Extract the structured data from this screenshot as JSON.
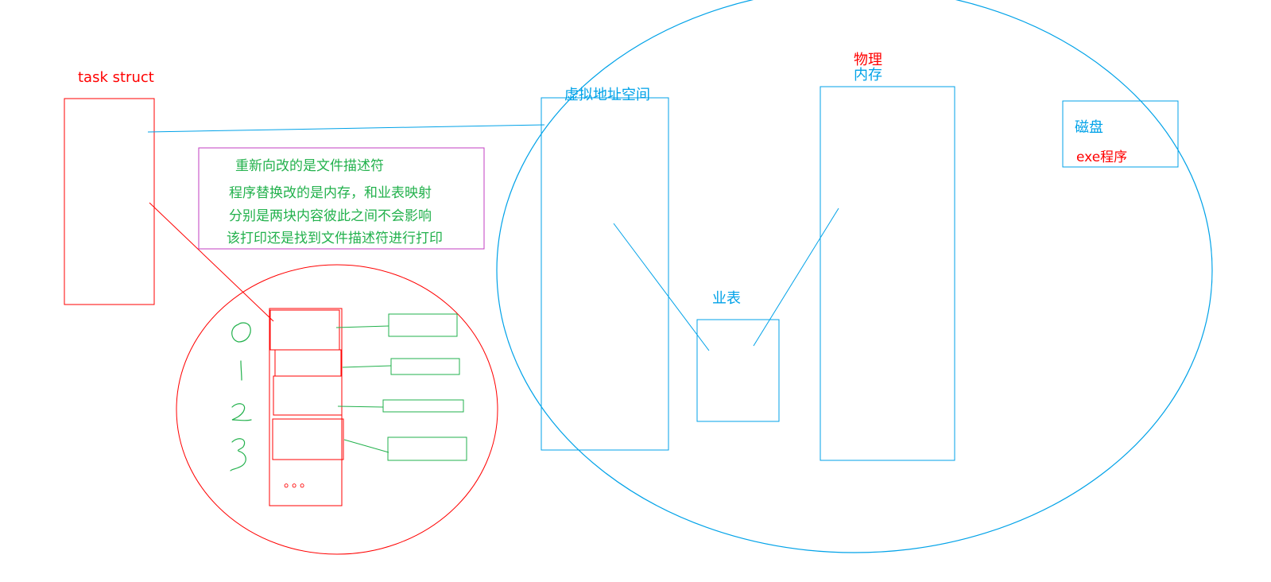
{
  "labels": {
    "task_struct": "task struct",
    "virtual_address_space": "虚拟地址空间",
    "physical_memory_line1": "物理",
    "physical_memory_line2": "内存",
    "page_table": "业表",
    "disk": "磁盘",
    "exe_program": "exe程序",
    "ellipsis": "。。。"
  },
  "note": {
    "lines": [
      "重新向改的是文件描述符",
      "程序替换改的是内存，和业表映射",
      "分别是两块内容彼此之间不会影响",
      "该打印还是找到文件描述符进行打印"
    ]
  },
  "colors": {
    "red": "#ff0000",
    "blue": "#00a2e8",
    "green": "#22b14c",
    "purple": "#c23ec2"
  }
}
